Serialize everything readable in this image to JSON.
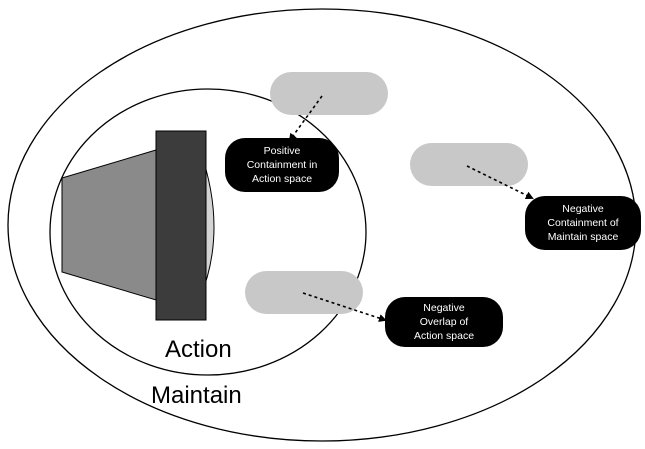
{
  "diagram": {
    "spaces": [
      {
        "id": "maintain",
        "label": "Maintain"
      },
      {
        "id": "action",
        "label": "Action"
      }
    ],
    "callouts": [
      {
        "id": "positive-containment",
        "label": "Positive\nContainment in\nAction space"
      },
      {
        "id": "negative-containment",
        "label": "Negative\nContainment of\nMaintain space"
      },
      {
        "id": "negative-overlap",
        "label": "Negative\nOverlap of\nAction space"
      }
    ],
    "colors": {
      "outline": "#000000",
      "pill": "#c8c8c8",
      "callout_fill": "#000000",
      "callout_text": "#ffffff",
      "object_dark": "#3c3c3c",
      "object_mid": "#8a8a8a",
      "object_light": "#d4d4d4"
    }
  }
}
